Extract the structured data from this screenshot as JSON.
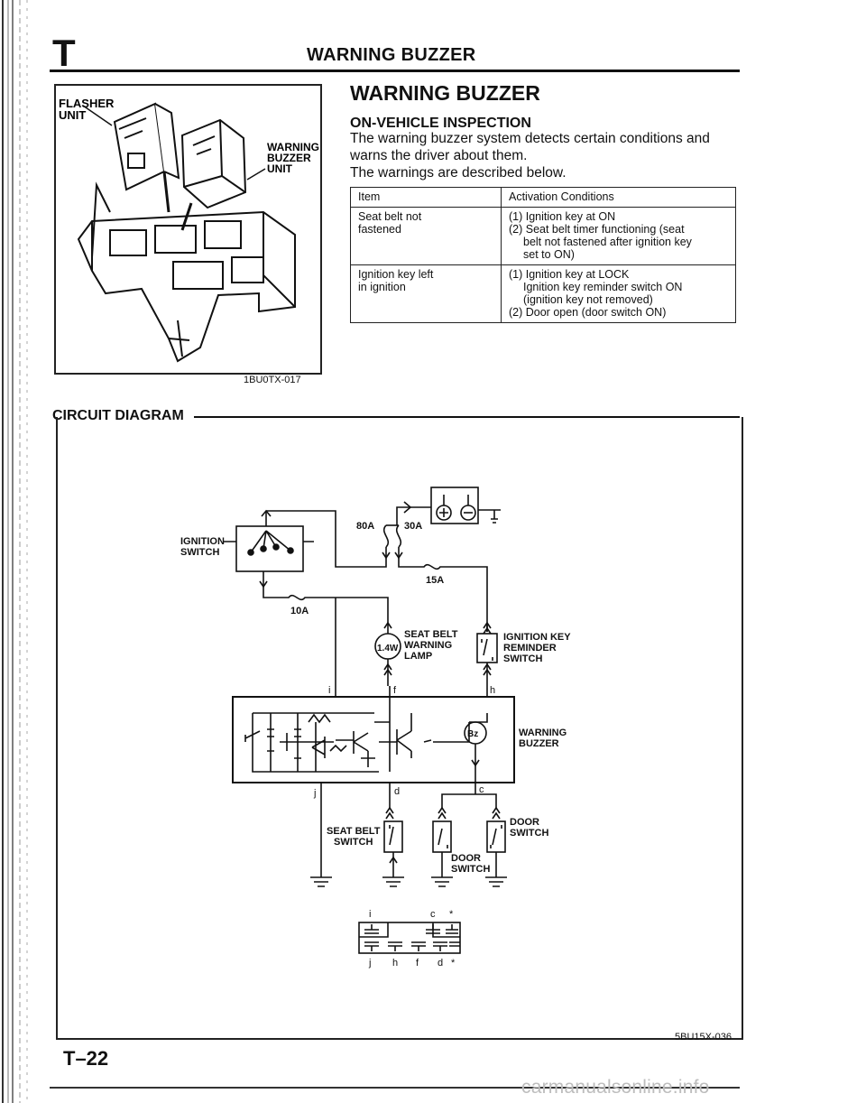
{
  "header": {
    "section_letter": "T",
    "title": "WARNING BUZZER"
  },
  "figure": {
    "labels": {
      "flasher_unit": [
        "FLASHER",
        "UNIT"
      ],
      "warning_buzzer_unit": [
        "WARNING",
        "BUZZER",
        "UNIT"
      ]
    },
    "code": "1BU0TX-017"
  },
  "content": {
    "title": "WARNING BUZZER",
    "inspection_title": "ON-VEHICLE INSPECTION",
    "paragraph_lines": [
      "The warning buzzer system detects certain conditions and",
      "warns the driver about them.",
      "The warnings are described below."
    ]
  },
  "table": {
    "headers": [
      "Item",
      "Activation Conditions"
    ],
    "rows": [
      {
        "item": [
          "Seat belt not",
          "fastened"
        ],
        "conditions": [
          "(1) Ignition key at ON",
          "(2) Seat belt timer functioning (seat",
          "belt not fastened after ignition key",
          "set to ON)"
        ]
      },
      {
        "item": [
          "Ignition key left",
          "in ignition"
        ],
        "conditions": [
          "(1) Ignition key at LOCK",
          "Ignition key reminder switch ON",
          "(ignition key not removed)",
          "(2) Door open (door switch ON)"
        ]
      }
    ]
  },
  "circuit": {
    "title": "CIRCUIT DIAGRAM",
    "labels": {
      "ignition_switch": [
        "IGNITION",
        "SWITCH"
      ],
      "fuse_80a": "80A",
      "fuse_30a": "30A",
      "fuse_15a": "15A",
      "fuse_10a": "10A",
      "lamp_watt": "1.4W",
      "seat_belt_lamp": [
        "SEAT BELT",
        "WARNING",
        "LAMP"
      ],
      "reminder_switch": [
        "IGNITION KEY",
        "REMINDER",
        "SWITCH"
      ],
      "warning_buzzer": [
        "WARNING",
        "BUZZER"
      ],
      "buzzer_symbol": "Bz",
      "seat_belt_switch": [
        "SEAT BELT",
        "SWITCH"
      ],
      "door_switch_right": [
        "DOOR",
        "SWITCH"
      ],
      "door_switch_center": [
        "DOOR",
        "SWITCH"
      ],
      "terminals": {
        "i": "i",
        "f": "f",
        "h": "h",
        "j": "j",
        "d": "d",
        "c": "c"
      },
      "connector_top": [
        "i",
        "c",
        "*"
      ],
      "connector_bottom": [
        "j",
        "h",
        "f",
        "d",
        "*"
      ]
    },
    "code": "5BU15X-036"
  },
  "footer": {
    "page_number": "T–22",
    "watermark": "carmanualsonline.info"
  }
}
